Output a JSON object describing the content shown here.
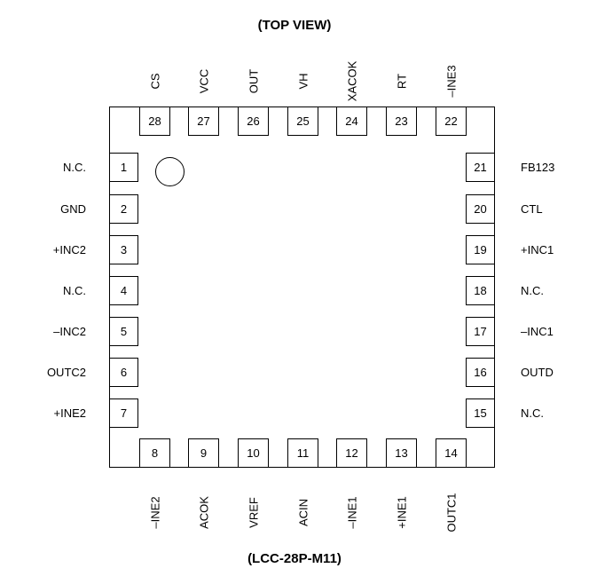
{
  "title": "(TOP VIEW)",
  "package": "(LCC-28P-M11)",
  "pins": {
    "left": [
      {
        "n": "1",
        "name": "N.C."
      },
      {
        "n": "2",
        "name": "GND"
      },
      {
        "n": "3",
        "name": "+INC2"
      },
      {
        "n": "4",
        "name": "N.C."
      },
      {
        "n": "5",
        "name": "–INC2"
      },
      {
        "n": "6",
        "name": "OUTC2"
      },
      {
        "n": "7",
        "name": "+INE2"
      }
    ],
    "bottom": [
      {
        "n": "8",
        "name": "–INE2"
      },
      {
        "n": "9",
        "name": "ACOK"
      },
      {
        "n": "10",
        "name": "VREF"
      },
      {
        "n": "11",
        "name": "ACIN"
      },
      {
        "n": "12",
        "name": "–INE1"
      },
      {
        "n": "13",
        "name": "+INE1"
      },
      {
        "n": "14",
        "name": "OUTC1"
      }
    ],
    "right": [
      {
        "n": "21",
        "name": "FB123"
      },
      {
        "n": "20",
        "name": "CTL"
      },
      {
        "n": "19",
        "name": "+INC1"
      },
      {
        "n": "18",
        "name": "N.C."
      },
      {
        "n": "17",
        "name": "–INC1"
      },
      {
        "n": "16",
        "name": "OUTD"
      },
      {
        "n": "15",
        "name": "N.C."
      }
    ],
    "top": [
      {
        "n": "28",
        "name": "CS"
      },
      {
        "n": "27",
        "name": "VCC"
      },
      {
        "n": "26",
        "name": "OUT"
      },
      {
        "n": "25",
        "name": "VH"
      },
      {
        "n": "24",
        "name": "XACOK"
      },
      {
        "n": "23",
        "name": "RT"
      },
      {
        "n": "22",
        "name": "–INE3"
      }
    ]
  }
}
